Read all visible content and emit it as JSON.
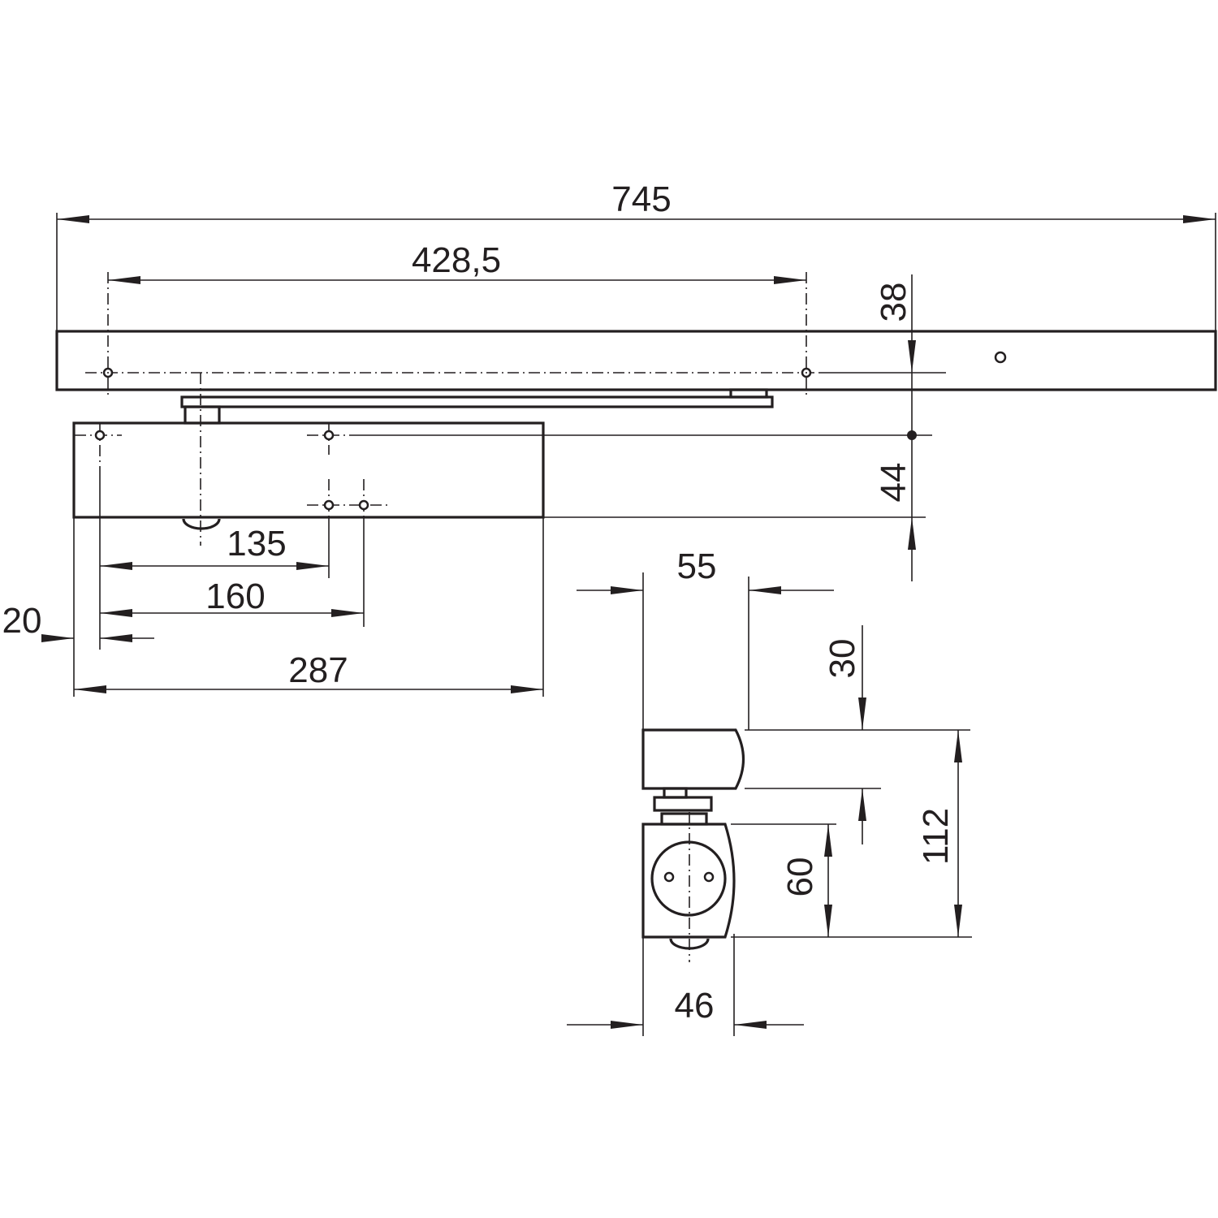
{
  "drawing": {
    "dimensions": {
      "overall_length": "745",
      "hole_spacing_rail": "428,5",
      "rail_to_axis": "38",
      "body_height": "44",
      "dim_135": "135",
      "dim_160": "160",
      "dim_20": "20",
      "body_length": "287",
      "side_width_top": "55",
      "side_30": "30",
      "side_60": "60",
      "side_112": "112",
      "side_width_bottom": "46"
    },
    "line_color": "#231f20"
  }
}
